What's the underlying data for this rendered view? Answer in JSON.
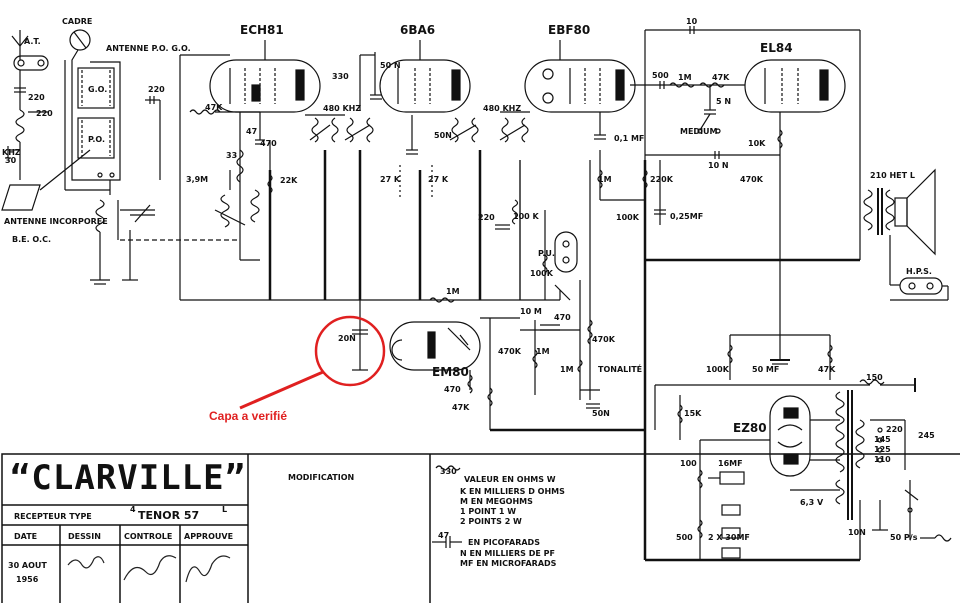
{
  "tubes": {
    "ech81": "ECH81",
    "ba6": "6BA6",
    "ebf80": "EBF80",
    "el84": "EL84",
    "em80": "EM80",
    "ez80": "EZ80"
  },
  "labels": {
    "cadre": "CADRE",
    "at": "A.T.",
    "antenne_po_go": "ANTENNE P.O. G.O.",
    "go": "G.O.",
    "po": "P.O.",
    "antenne_incorporee": "ANTENNE INCORPOREE",
    "be_oc": "B.E.   O.C.",
    "khz_480_a": "480 KHZ",
    "khz_480_b": "480 KHZ",
    "medium": "MEDIUM",
    "pu": "P.U.",
    "tonalite": "TONALITÉ",
    "hps": "H.P.S.",
    "het": "210 HET L",
    "v63": "6,3 V",
    "hz50": "50 P/s",
    "khz_label": "KHZ"
  },
  "values": {
    "r220a": "220",
    "r220b": "220",
    "c220": "220",
    "r30": "30",
    "c47a": "47K",
    "c47": "47",
    "c470": "470",
    "c33": "33",
    "r39m": "3,9M",
    "r22k": "22K",
    "r330": "330",
    "c50n_a": "50 N",
    "c50n_b": "50N",
    "r27k_a": "27 K",
    "r27k_b": "27 K",
    "r1m_bus": "1M",
    "c10": "10",
    "c500": "500",
    "r1m_a": "1M",
    "r47k_a": "47K",
    "c5n": "5 N",
    "c01mf": "0,1 MF",
    "r10k": "10K",
    "c10n": "10 N",
    "r220k": "220K",
    "r470k_a": "470K",
    "r100k_a": "100K",
    "c025mf": "0,25MF",
    "r1m_b": "1M",
    "c220b": "220",
    "r100k_b": "100 K",
    "r100k_c": "100K",
    "c20n": "20N",
    "r470_b": "470",
    "r47k_b": "47K",
    "c470c": "470",
    "r10m": "10 M",
    "r470k_b": "470K",
    "r1m_c": "1M",
    "r470k_c": "470K",
    "r1m_d": "1M",
    "c50n_c": "50N",
    "r100k_d": "100K",
    "c50mf": "50 MF",
    "r47k_c": "47K",
    "r150": "150",
    "r15k": "15K",
    "r100": "100",
    "c16mf": "16MF",
    "r500": "500",
    "c2x30": "2 X 30MF",
    "c10n_b": "10N",
    "t220": "220",
    "t245": "245",
    "t145": "145",
    "t125": "125",
    "t110": "110"
  },
  "annotation": {
    "note": "Capa a verifié",
    "color": "#e02020"
  },
  "title_block": {
    "brand": "“CLARVILLE”",
    "recepteur_type_label": "RECEPTEUR  TYPE",
    "model": "TENOR  57",
    "model_mark_left": "4",
    "model_mark_right": "L",
    "modification_label": "MODIFICATION",
    "date_label": "DATE",
    "dessin_label": "DESSIN",
    "controle_label": "CONTROLE",
    "approuve_label": "APPROUVE",
    "date_line1": "30 AOUT",
    "date_line2": "1956"
  },
  "legend": {
    "r_symbol_value": "330",
    "r_line1": "VALEUR EN OHMS  W",
    "r_line2": "K  EN MILLIERS D OHMS",
    "r_line3": "M  EN MEGOHMS",
    "r_line4": "1 POINT   1 W",
    "r_line5": "2 POINTS  2 W",
    "c_symbol_value": "47",
    "c_line1": "EN PICOFARADS",
    "c_line2": "N EN MILLIERS DE PF",
    "c_line3": "MF EN MICROFARADS"
  }
}
